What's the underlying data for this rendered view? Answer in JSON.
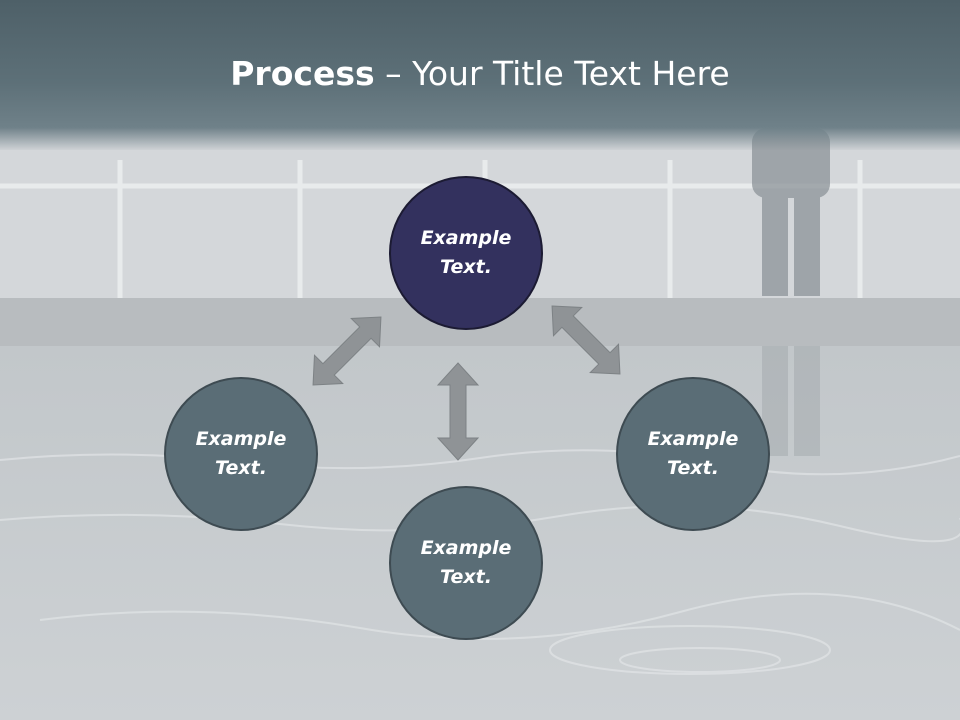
{
  "slide": {
    "title_strong": "Process",
    "title_rest": " – Your Title Text Here"
  },
  "nodes": {
    "center": "Example Text.",
    "left": "Example Text.",
    "right": "Example Text.",
    "bottom": "Example Text."
  },
  "colors": {
    "title_band": "#53656d",
    "center_circle": "#33315e",
    "outer_circle": "#5a6d76",
    "arrow": "#8f9396"
  }
}
